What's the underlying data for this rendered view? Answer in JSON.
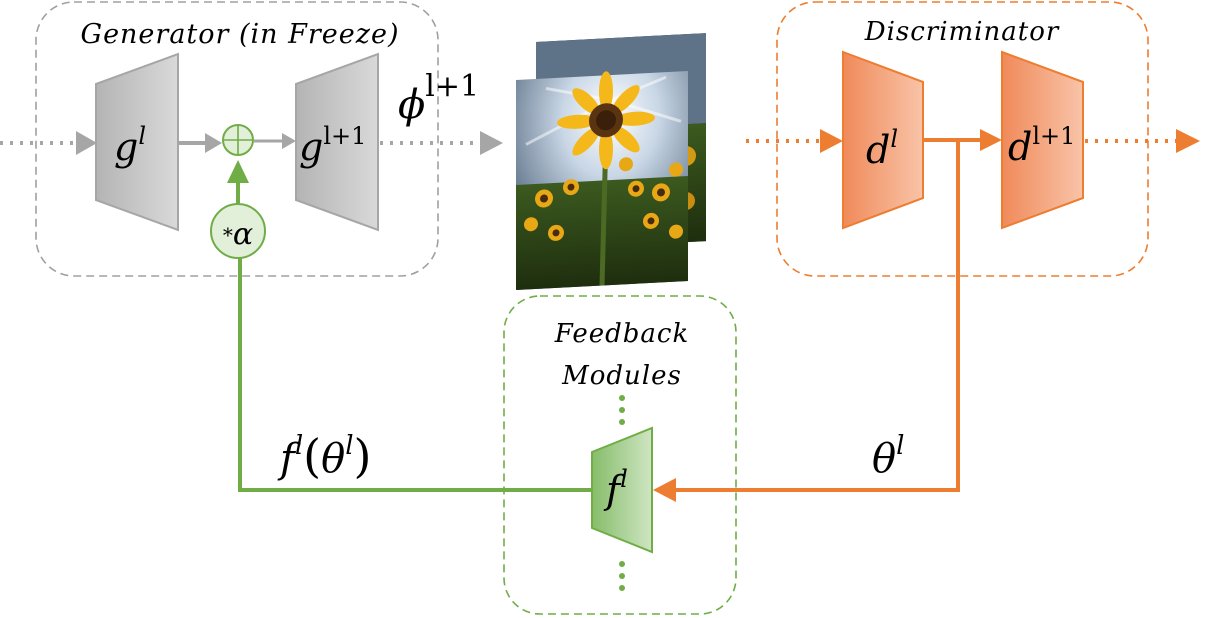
{
  "generator": {
    "title": "Generator (in Freeze)",
    "block_left": "g^l",
    "block_right": "g^{l+1}",
    "scale_node": "*α",
    "output_symbol": "ϕ^{l+1}"
  },
  "discriminator": {
    "title": "Discriminator",
    "block_left": "d^l",
    "block_right": "d^{l+1}"
  },
  "feedback": {
    "title_line1": "Feedback",
    "title_line2": "Modules",
    "block": "f^l",
    "output_label": "f^l(θ^l)",
    "input_label": "θ^l"
  },
  "image": {
    "subject": "sunflower field photo stack"
  },
  "colors": {
    "gray": "#a6a6a6",
    "orange": "#ed7d31",
    "green": "#70ad47",
    "box_gray": "#a0a0a0"
  },
  "text": {
    "g": "g",
    "l": "l",
    "lp1": "l+1",
    "d": "d",
    "f": "f",
    "phi": "ϕ",
    "theta": "θ",
    "alpha": "α",
    "star": "*",
    "paren_open": "(",
    "paren_close": ")"
  }
}
